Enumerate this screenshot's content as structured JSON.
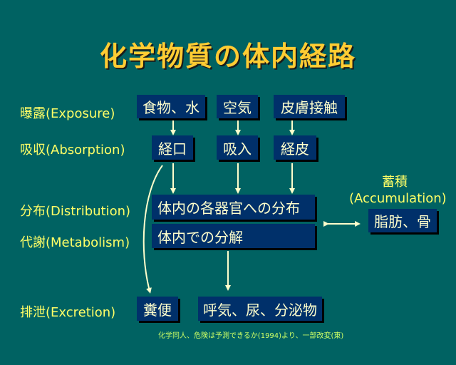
{
  "title": "化学物質の体内経路",
  "stages": {
    "exposure": "曝露(Exposure)",
    "absorption": "吸収(Absorption)",
    "distribution": "分布(Distribution)",
    "metabolism": "代謝(Metabolism)",
    "excretion": "排泄(Excretion)"
  },
  "boxes": {
    "food_water": "食物、水",
    "air": "空気",
    "skin_contact": "皮膚接触",
    "oral": "経口",
    "inhalation": "吸入",
    "dermal": "経皮",
    "distribution_organs": "体内の各器官への分布",
    "decomposition": "体内での分解",
    "fat_bone": "脂肪、骨",
    "feces": "糞便",
    "breath_urine": "呼気、尿、分泌物"
  },
  "accumulation": {
    "label": "蓄積",
    "english": "(Accumulation)"
  },
  "source": "化学同人、危険は予測できるか(1994)より、一部改変(東)",
  "colors": {
    "background": "#006262",
    "box": "#00306a",
    "label": "#ffff66",
    "title": "#ffcc33",
    "arrow": "#ffffcc"
  }
}
